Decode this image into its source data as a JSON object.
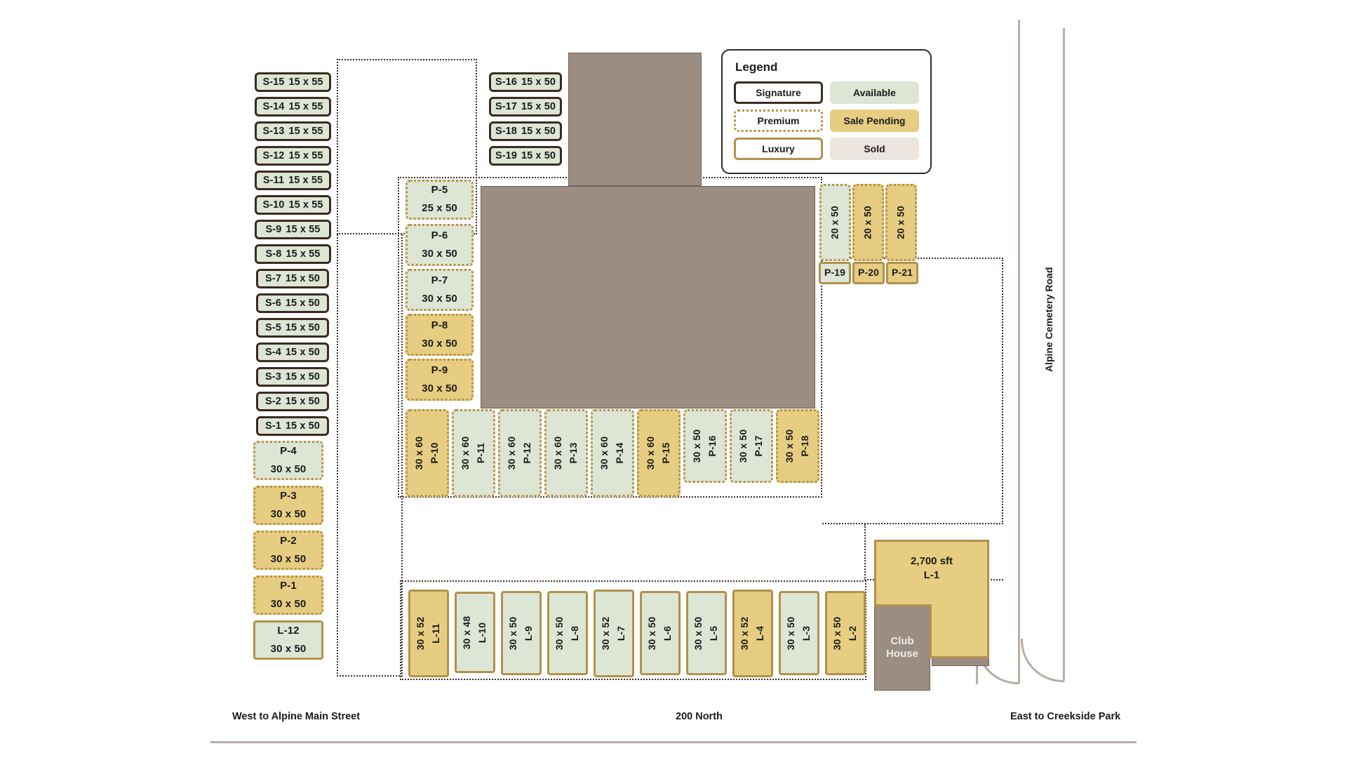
{
  "legend": {
    "title": "Legend",
    "categories": [
      {
        "key": "signature",
        "label": "Signature"
      },
      {
        "key": "premium",
        "label": "Premium"
      },
      {
        "key": "luxury",
        "label": "Luxury"
      }
    ],
    "statuses": [
      {
        "key": "available",
        "label": "Available",
        "color": "#dde5d5"
      },
      {
        "key": "sale-pending",
        "label": "Sale Pending",
        "color": "#e7cd82"
      },
      {
        "key": "sold",
        "label": "Sold",
        "color": "#ece4de"
      }
    ]
  },
  "roads": {
    "bottom_left": "West to Alpine Main Street",
    "bottom_mid": "200 North",
    "bottom_right": "East to Creekside Park",
    "right_vertical": "Alpine Cemetery Road"
  },
  "structures": [
    {
      "name": "club-house",
      "label": "Club House"
    },
    {
      "name": "central-building",
      "label": ""
    },
    {
      "name": "north-building",
      "label": ""
    },
    {
      "name": "south-east-building",
      "label": ""
    }
  ],
  "lots": {
    "signature_west": [
      {
        "id": "S-15",
        "dim": "15 x 55",
        "category": "signature",
        "status": "available"
      },
      {
        "id": "S-14",
        "dim": "15 x 55",
        "category": "signature",
        "status": "available"
      },
      {
        "id": "S-13",
        "dim": "15 x 55",
        "category": "signature",
        "status": "available"
      },
      {
        "id": "S-12",
        "dim": "15 x 55",
        "category": "signature",
        "status": "available"
      },
      {
        "id": "S-11",
        "dim": "15 x 55",
        "category": "signature",
        "status": "available"
      },
      {
        "id": "S-10",
        "dim": "15 x 55",
        "category": "signature",
        "status": "available"
      },
      {
        "id": "S-9",
        "dim": "15 x 55",
        "category": "signature",
        "status": "available"
      },
      {
        "id": "S-8",
        "dim": "15 x 55",
        "category": "signature",
        "status": "available"
      },
      {
        "id": "S-7",
        "dim": "15 x 50",
        "category": "signature",
        "status": "available"
      },
      {
        "id": "S-6",
        "dim": "15 x 50",
        "category": "signature",
        "status": "available"
      },
      {
        "id": "S-5",
        "dim": "15 x 50",
        "category": "signature",
        "status": "available"
      },
      {
        "id": "S-4",
        "dim": "15 x 50",
        "category": "signature",
        "status": "available"
      },
      {
        "id": "S-3",
        "dim": "15 x 50",
        "category": "signature",
        "status": "available"
      },
      {
        "id": "S-2",
        "dim": "15 x 50",
        "category": "signature",
        "status": "available"
      },
      {
        "id": "S-1",
        "dim": "15 x 50",
        "category": "signature",
        "status": "available"
      }
    ],
    "premium_west": [
      {
        "id": "P-4",
        "dim": "30 x 50",
        "category": "premium",
        "status": "available"
      },
      {
        "id": "P-3",
        "dim": "30 x 50",
        "category": "premium",
        "status": "sale-pending"
      },
      {
        "id": "P-2",
        "dim": "30 x 50",
        "category": "premium",
        "status": "sale-pending"
      },
      {
        "id": "P-1",
        "dim": "30 x 50",
        "category": "premium",
        "status": "sale-pending"
      }
    ],
    "luxury_west": [
      {
        "id": "L-12",
        "dim": "30 x 50",
        "category": "luxury",
        "status": "available"
      }
    ],
    "signature_north": [
      {
        "id": "S-16",
        "dim": "15 x 50",
        "category": "signature",
        "status": "available"
      },
      {
        "id": "S-17",
        "dim": "15 x 50",
        "category": "signature",
        "status": "available"
      },
      {
        "id": "S-18",
        "dim": "15 x 50",
        "category": "signature",
        "status": "available"
      },
      {
        "id": "S-19",
        "dim": "15 x 50",
        "category": "signature",
        "status": "available"
      }
    ],
    "premium_center_column": [
      {
        "id": "P-5",
        "dim": "25 x 50",
        "category": "premium",
        "status": "available"
      },
      {
        "id": "P-6",
        "dim": "30 x 50",
        "category": "premium",
        "status": "available"
      },
      {
        "id": "P-7",
        "dim": "30 x 50",
        "category": "premium",
        "status": "available"
      },
      {
        "id": "P-8",
        "dim": "30 x 50",
        "category": "premium",
        "status": "sale-pending"
      },
      {
        "id": "P-9",
        "dim": "30 x 50",
        "category": "premium",
        "status": "sale-pending"
      }
    ],
    "premium_center_row": [
      {
        "id": "P-10",
        "dim": "30 x 60",
        "category": "premium",
        "status": "sale-pending"
      },
      {
        "id": "P-11",
        "dim": "30 x 60",
        "category": "premium",
        "status": "available"
      },
      {
        "id": "P-12",
        "dim": "30 x 60",
        "category": "premium",
        "status": "available"
      },
      {
        "id": "P-13",
        "dim": "30 x 60",
        "category": "premium",
        "status": "available"
      },
      {
        "id": "P-14",
        "dim": "30 x 60",
        "category": "premium",
        "status": "available"
      },
      {
        "id": "P-15",
        "dim": "30 x 60",
        "category": "premium",
        "status": "sale-pending"
      },
      {
        "id": "P-16",
        "dim": "30 x 50",
        "category": "premium",
        "status": "available"
      },
      {
        "id": "P-17",
        "dim": "30 x 50",
        "category": "premium",
        "status": "available"
      },
      {
        "id": "P-18",
        "dim": "30 x 50",
        "category": "premium",
        "status": "sale-pending"
      }
    ],
    "premium_east_strip": [
      {
        "id": "",
        "dim": "20 x 50",
        "category": "premium",
        "status": "available"
      },
      {
        "id": "",
        "dim": "20 x 50",
        "category": "premium",
        "status": "sale-pending"
      },
      {
        "id": "",
        "dim": "20 x 50",
        "category": "premium",
        "status": "sale-pending"
      }
    ],
    "luxury_east_small": [
      {
        "id": "P-19",
        "dim": "",
        "category": "luxury",
        "status": "available"
      },
      {
        "id": "P-20",
        "dim": "",
        "category": "luxury",
        "status": "sale-pending"
      },
      {
        "id": "P-21",
        "dim": "",
        "category": "luxury",
        "status": "sale-pending"
      }
    ],
    "luxury_south_row": [
      {
        "id": "L-11",
        "dim": "30 x 52",
        "category": "luxury",
        "status": "sale-pending"
      },
      {
        "id": "L-10",
        "dim": "30 x 48",
        "category": "luxury",
        "status": "available"
      },
      {
        "id": "L-9",
        "dim": "30 x 50",
        "category": "luxury",
        "status": "available"
      },
      {
        "id": "L-8",
        "dim": "30 x 50",
        "category": "luxury",
        "status": "available"
      },
      {
        "id": "L-7",
        "dim": "30 x 52",
        "category": "luxury",
        "status": "available"
      },
      {
        "id": "L-6",
        "dim": "30 x 50",
        "category": "luxury",
        "status": "available"
      },
      {
        "id": "L-5",
        "dim": "30 x 50",
        "category": "luxury",
        "status": "available"
      },
      {
        "id": "L-4",
        "dim": "30 x 52",
        "category": "luxury",
        "status": "sale-pending"
      },
      {
        "id": "L-3",
        "dim": "30 x 50",
        "category": "luxury",
        "status": "available"
      },
      {
        "id": "L-2",
        "dim": "30 x 50",
        "category": "luxury",
        "status": "sale-pending"
      }
    ],
    "luxury_corner": {
      "id": "L-1",
      "area": "2,700 sft",
      "category": "luxury",
      "status": "sale-pending"
    }
  }
}
